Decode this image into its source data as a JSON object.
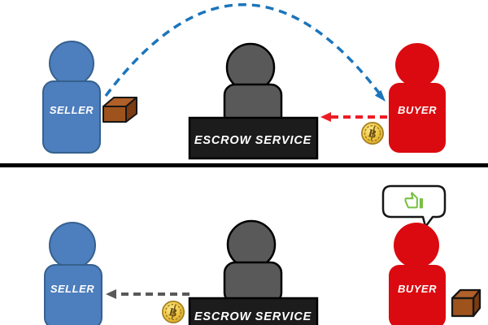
{
  "diagram": {
    "top": {
      "seller_label": "SELLER",
      "escrow_label": "ESCROW SERVICE",
      "buyer_label": "BUYER"
    },
    "bottom": {
      "seller_label": "SELLER",
      "escrow_label": "ESCROW SERVICE",
      "buyer_label": "BUYER"
    },
    "coin_letter": "B"
  },
  "icons": {
    "package": "3d-parcel-box",
    "bitcoin_coin": "gold-coin-B",
    "thumbs_up": "green-thumbs-up-outline",
    "speech_bubble": "rounded-speech-bubble",
    "shipment_arc": "blue-dashed-arc-arrow",
    "payment_arrow": "red-dashed-arrow",
    "payout_arrow": "gray-dashed-arrow"
  },
  "colors": {
    "seller_blue": "#4D7EBD",
    "seller_border": "#36618E",
    "buyer_red": "#DB0A10",
    "escrow_gray": "#595959",
    "outline_black": "#161616",
    "desk_black": "#1C1C1C",
    "label_white": "#FFFFFF",
    "arc_blue": "#1B75BC",
    "arrow_red": "#ED1C24",
    "arrow_gray": "#595959",
    "coin_gold": "#EDC53F",
    "coin_edge": "#A07D22",
    "coin_symbol_brown": "#6B4A10",
    "thumb_green": "#76C043",
    "box_front": "#9E531D",
    "box_top": "#B06028",
    "box_side": "#7A3C10",
    "divider_black": "#000000"
  }
}
